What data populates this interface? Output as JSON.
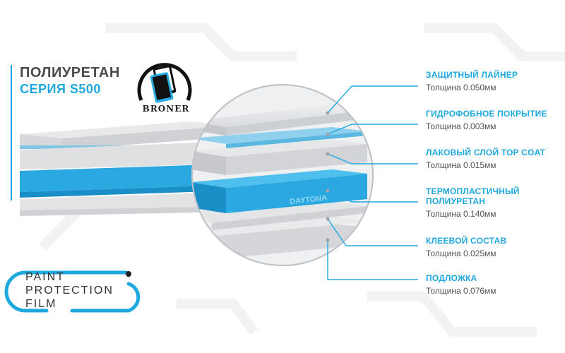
{
  "header": {
    "title_line1": "ПОЛИУРЕТАН",
    "title_line2": "СЕРИЯ S500"
  },
  "logo": {
    "brand": "BRONER",
    "icon": "phone-film-icon"
  },
  "watermark": "DAYTONA",
  "layers": [
    {
      "name_lines": [
        "ЗАЩИТНЫЙ ЛАЙНЕР"
      ],
      "thickness": "Толщина 0.050мм"
    },
    {
      "name_lines": [
        "ГИДРОФОБНОЕ ПОКРЫТИЕ"
      ],
      "thickness": "Толщина 0.003мм"
    },
    {
      "name_lines": [
        "ЛАКОВЫЙ СЛОЙ TOP COAT"
      ],
      "thickness": "Толщина 0.015мм"
    },
    {
      "name_lines": [
        "ТЕРМОПЛАСТИЧНЫЙ",
        "ПОЛИУРЕТАН"
      ],
      "thickness": "Толщина 0.140мм"
    },
    {
      "name_lines": [
        "КЛЕЕВОЙ СОСТАВ"
      ],
      "thickness": "Толщина 0.025мм"
    },
    {
      "name_lines": [
        "ПОДЛОЖКА"
      ],
      "thickness": "Толщина 0.076мм"
    }
  ],
  "badge": {
    "line1": "PAINT",
    "line2": "PROTECTION",
    "line3": "FILM"
  },
  "colors": {
    "accent": "#1fa8df",
    "film_blue": "#29a9e0",
    "layer_grey": "#e3e4e6",
    "text_dark": "#4a4a4a"
  }
}
